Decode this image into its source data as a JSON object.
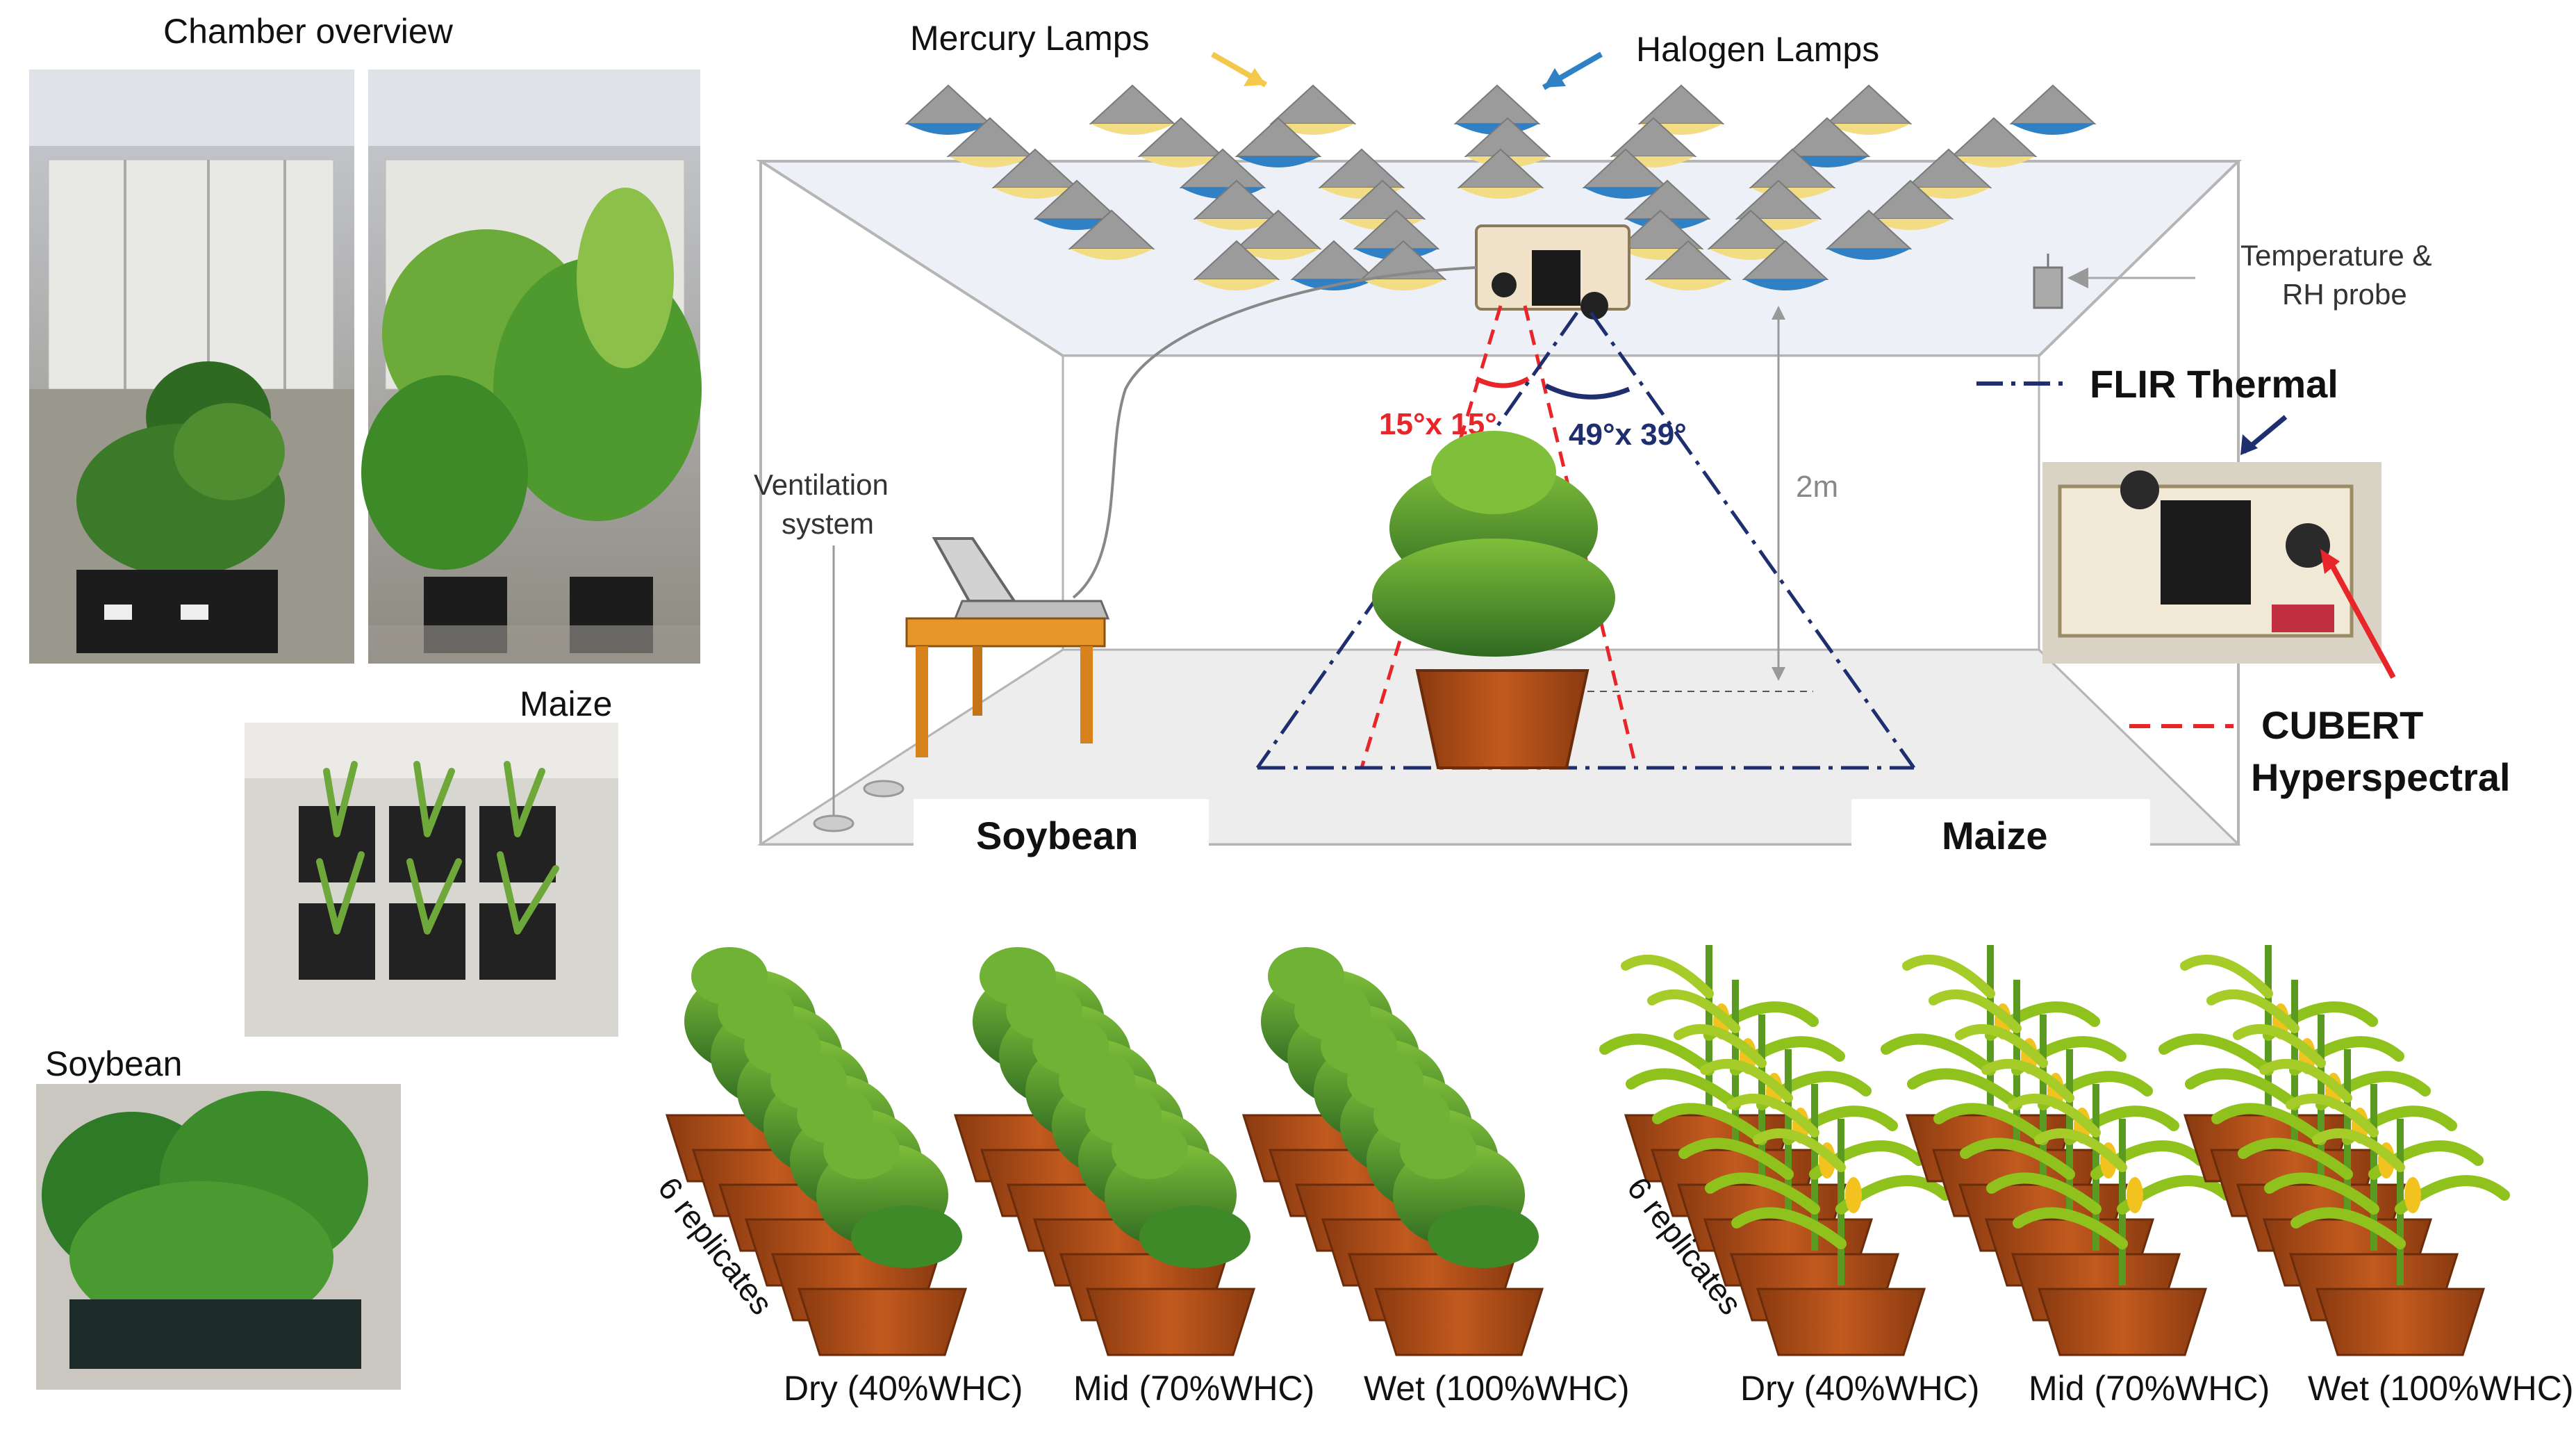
{
  "photos": {
    "chamber_overview": "Chamber overview",
    "maize": "Maize",
    "soybean": "Soybean"
  },
  "lamps": {
    "mercury": "Mercury Lamps",
    "halogen": "Halogen Lamps"
  },
  "chamber": {
    "temperature_probe_line1": "Temperature &",
    "temperature_probe_line2": "RH probe",
    "ventilation_line1": "Ventilation",
    "ventilation_line2": "system",
    "height": "2m",
    "fov_hyperspectral": "15°x 15°",
    "fov_thermal": "49°x 39°",
    "zone_soybean": "Soybean",
    "zone_maize": "Maize"
  },
  "legend": {
    "flir": "FLIR Thermal",
    "cubert_line1": "CUBERT",
    "cubert_line2": "Hyperspectral"
  },
  "replicates": {
    "soybean_label": "6 replicates",
    "maize_label": "6 replicates"
  },
  "treatments": {
    "soybean": [
      "Dry (40%WHC)",
      "Mid (70%WHC)",
      "Wet (100%WHC)"
    ],
    "maize": [
      "Dry (40%WHC)",
      "Mid (70%WHC)",
      "Wet (100%WHC)"
    ]
  },
  "colors": {
    "mercury_lamp": "#f2dc84",
    "halogen_lamp": "#2f80c4",
    "thermal_line": "#1e2e6e",
    "hyperspectral_line": "#e8262a",
    "pot": "#b04a14",
    "leaf": "#3f9a2a",
    "maize_leaf": "#8fc21d"
  }
}
